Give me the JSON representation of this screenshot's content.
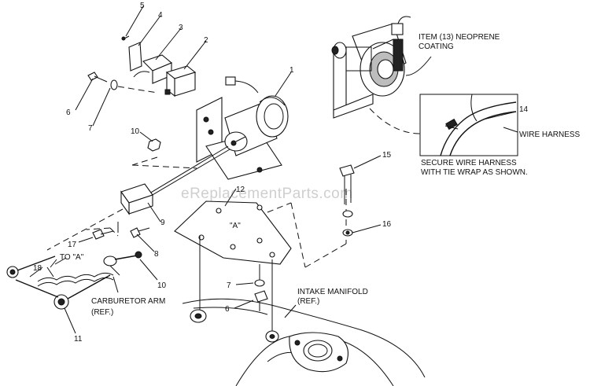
{
  "watermark": "eReplacementParts.com",
  "callouts": {
    "c1": "1",
    "c2": "2",
    "c3": "3",
    "c4": "4",
    "c5": "5",
    "c6a": "6",
    "c6b": "6",
    "c7a": "7",
    "c7b": "7",
    "c8": "8",
    "c9": "9",
    "c10a": "10",
    "c10b": "10",
    "c11": "11",
    "c12": "12",
    "c14": "14",
    "c15": "15",
    "c16": "16",
    "c17": "17",
    "c18": "18"
  },
  "notes": {
    "item13_line1": "ITEM (13) NEOPRENE",
    "item13_line2": "COATING",
    "wire_harness": "WIRE HARNESS",
    "secure_line1": "SECURE WIRE HARNESS",
    "secure_line2": "WITH TIE WRAP AS SHOWN.",
    "intake_line1": "INTAKE MANIFOLD",
    "intake_line2": "(REF.)",
    "carb_line1": "CARBURETOR ARM",
    "carb_line2": "(REF.)",
    "ref_a_plate": "\"A\"",
    "to_a": "TO \"A\""
  }
}
